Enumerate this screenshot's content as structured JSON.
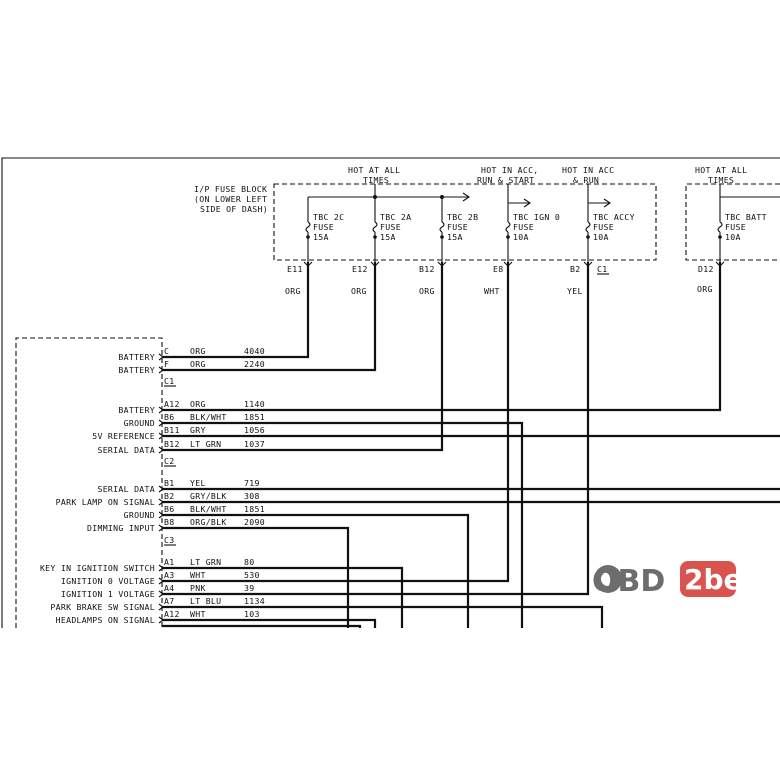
{
  "fuse_block": {
    "label_lines": [
      "I/P FUSE BLOCK",
      "(ON LOWER LEFT",
      "SIDE OF DASH)"
    ],
    "bus_labels": [
      {
        "lines": [
          "HOT AT ALL",
          "TIMES"
        ]
      },
      {
        "lines": [
          "HOT IN ACC,",
          "RUN & START"
        ]
      },
      {
        "lines": [
          "HOT IN ACC",
          "& RUN"
        ]
      },
      {
        "lines": [
          "HOT AT ALL",
          "TIMES"
        ]
      }
    ],
    "fuses": [
      {
        "name": "TBC 2C",
        "type": "FUSE",
        "rating": "15A",
        "pin": "E11",
        "color": "ORG"
      },
      {
        "name": "TBC 2A",
        "type": "FUSE",
        "rating": "15A",
        "pin": "E12",
        "color": "ORG"
      },
      {
        "name": "TBC 2B",
        "type": "FUSE",
        "rating": "15A",
        "pin": "B12",
        "color": "ORG"
      },
      {
        "name": "TBC IGN 0",
        "type": "FUSE",
        "rating": "10A",
        "pin": "E8",
        "color": "WHT"
      },
      {
        "name": "TBC ACCY",
        "type": "FUSE",
        "rating": "10A",
        "pin": "B2",
        "color": "YEL",
        "connector": "C1"
      },
      {
        "name": "TBC BATT",
        "type": "FUSE",
        "rating": "10A",
        "pin": "D12",
        "color": "ORG"
      }
    ]
  },
  "module": {
    "connectors": [
      "C1",
      "C2",
      "C3"
    ],
    "pins": [
      {
        "label": "BATTERY",
        "pin": "C",
        "color": "ORG",
        "circuit": "4040"
      },
      {
        "label": "BATTERY",
        "pin": "F",
        "color": "ORG",
        "circuit": "2240"
      },
      {
        "label": "BATTERY",
        "pin": "A12",
        "color": "ORG",
        "circuit": "1140"
      },
      {
        "label": "GROUND",
        "pin": "B6",
        "color": "BLK/WHT",
        "circuit": "1851"
      },
      {
        "label": "5V REFERENCE",
        "pin": "B11",
        "color": "GRY",
        "circuit": "1056"
      },
      {
        "label": "SERIAL DATA",
        "pin": "B12",
        "color": "LT GRN",
        "circuit": "1037"
      },
      {
        "label": "SERIAL DATA",
        "pin": "B1",
        "color": "YEL",
        "circuit": "719"
      },
      {
        "label": "PARK LAMP ON SIGNAL",
        "pin": "B2",
        "color": "GRY/BLK",
        "circuit": "308"
      },
      {
        "label": "GROUND",
        "pin": "B6",
        "color": "BLK/WHT",
        "circuit": "1851"
      },
      {
        "label": "DIMMING INPUT",
        "pin": "B8",
        "color": "ORG/BLK",
        "circuit": "2090"
      },
      {
        "label": "KEY IN IGNITION SWITCH",
        "pin": "A1",
        "color": "LT GRN",
        "circuit": "80"
      },
      {
        "label": "IGNITION 0 VOLTAGE",
        "pin": "A3",
        "color": "WHT",
        "circuit": "530"
      },
      {
        "label": "IGNITION 1 VOLTAGE",
        "pin": "A4",
        "color": "PNK",
        "circuit": "39"
      },
      {
        "label": "PARK BRAKE SW SIGNAL",
        "pin": "A7",
        "color": "LT BLU",
        "circuit": "1134"
      },
      {
        "label": "HEADLAMPS ON SIGNAL",
        "pin": "A12",
        "color": "WHT",
        "circuit": "103"
      }
    ]
  },
  "watermark": {
    "part1": "OBD",
    "part2": "2be"
  },
  "colors": {
    "ink": "#111111",
    "logo_gray": "#6d6d6d",
    "logo_red": "#d9534f"
  }
}
